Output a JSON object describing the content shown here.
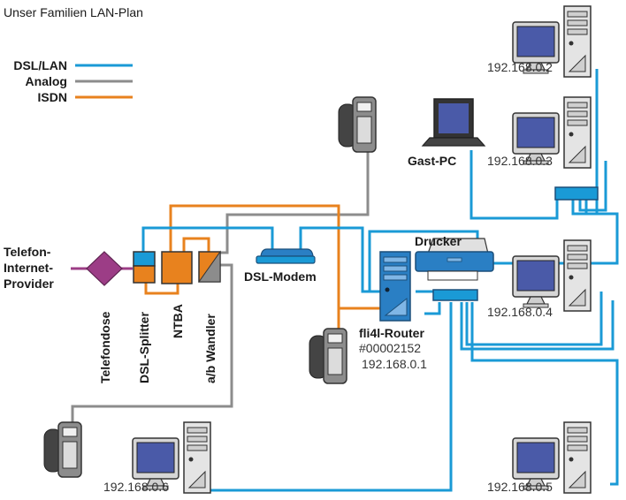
{
  "title": "Unser Familien LAN-Plan",
  "legend": [
    {
      "label": "DSL/LAN",
      "color": "#1a9ad6"
    },
    {
      "label": "Analog",
      "color": "#8c8c8c"
    },
    {
      "label": "ISDN",
      "color": "#e8821e"
    }
  ],
  "provider_label": {
    "line1": "Telefon-",
    "line2": "Internet-",
    "line3": "Provider"
  },
  "devices": {
    "telefondose": "Telefondose",
    "dsl_splitter": "DSL-Splitter",
    "ntba": "NTBA",
    "ab_wandler": "a/b Wandler",
    "dsl_modem": "DSL-Modem",
    "drucker": "Drucker",
    "router_name": "fli4l-Router",
    "router_code": "#00002152",
    "router_ip": "192.168.0.1",
    "gast_pc": "Gast-PC"
  },
  "ips": {
    "pc2": "192.168.0.2",
    "pc3": "192.168.0.3",
    "pc4": "192.168.0.4",
    "pc5": "192.168.0.5",
    "pc6": "192.168.0.6"
  },
  "colors": {
    "lan": "#1a9ad6",
    "analog": "#8c8c8c",
    "isdn": "#e8821e",
    "provider": "#9c3d86",
    "device_blue": "#2a7fc4",
    "device_orange": "#e8821e",
    "monitor_screen": "#4a5aa8"
  }
}
